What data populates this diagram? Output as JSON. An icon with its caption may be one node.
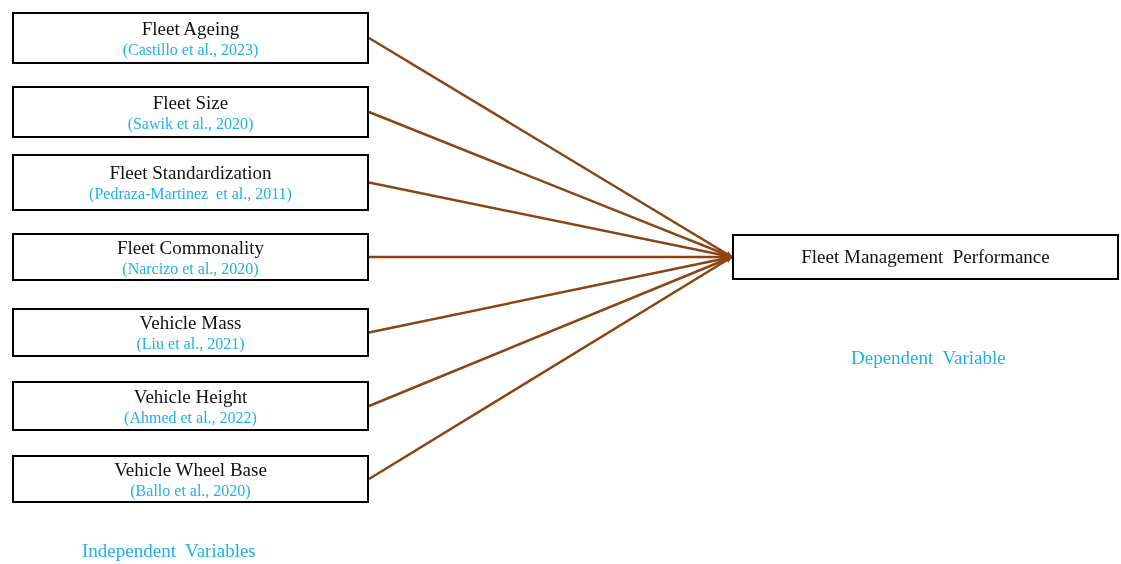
{
  "diagram": {
    "nodes": [
      {
        "text": [
          "Fleet Ageing",
          "(Castillo et al., 2023)"
        ]
      },
      {
        "text": [
          "Fleet Size",
          "(Sawik et al., 2020)"
        ]
      },
      {
        "text": [
          "Fleet Standardization",
          "(Pedraza-Martinez  et al., 2011)"
        ]
      },
      {
        "text": [
          "Fleet Commonality",
          "(Narcizo et al., 2020)"
        ]
      },
      {
        "text": [
          "Vehicle Mass",
          "(Liu et al., 2021)"
        ]
      },
      {
        "text": [
          "Vehicle Height",
          "(Ahmed et al., 2022)"
        ]
      },
      {
        "text": [
          "Vehicle Wheel Base",
          "(Ballo et al., 2020)"
        ]
      },
      {
        "text": [
          "Fleet Management  Performance"
        ]
      }
    ],
    "edges": [
      {
        "from": 0,
        "to": 7,
        "arrow": "to"
      },
      {
        "from": 1,
        "to": 7,
        "arrow": "to"
      },
      {
        "from": 2,
        "to": 7,
        "arrow": "to"
      },
      {
        "from": 3,
        "to": 7,
        "arrow": "to"
      },
      {
        "from": 4,
        "to": 7,
        "arrow": "to"
      },
      {
        "from": 5,
        "to": 7,
        "arrow": "to"
      },
      {
        "from": 6,
        "to": 7,
        "arrow": "to"
      }
    ],
    "labels": [
      "Dependent  Variable",
      "Independent  Variables"
    ]
  }
}
